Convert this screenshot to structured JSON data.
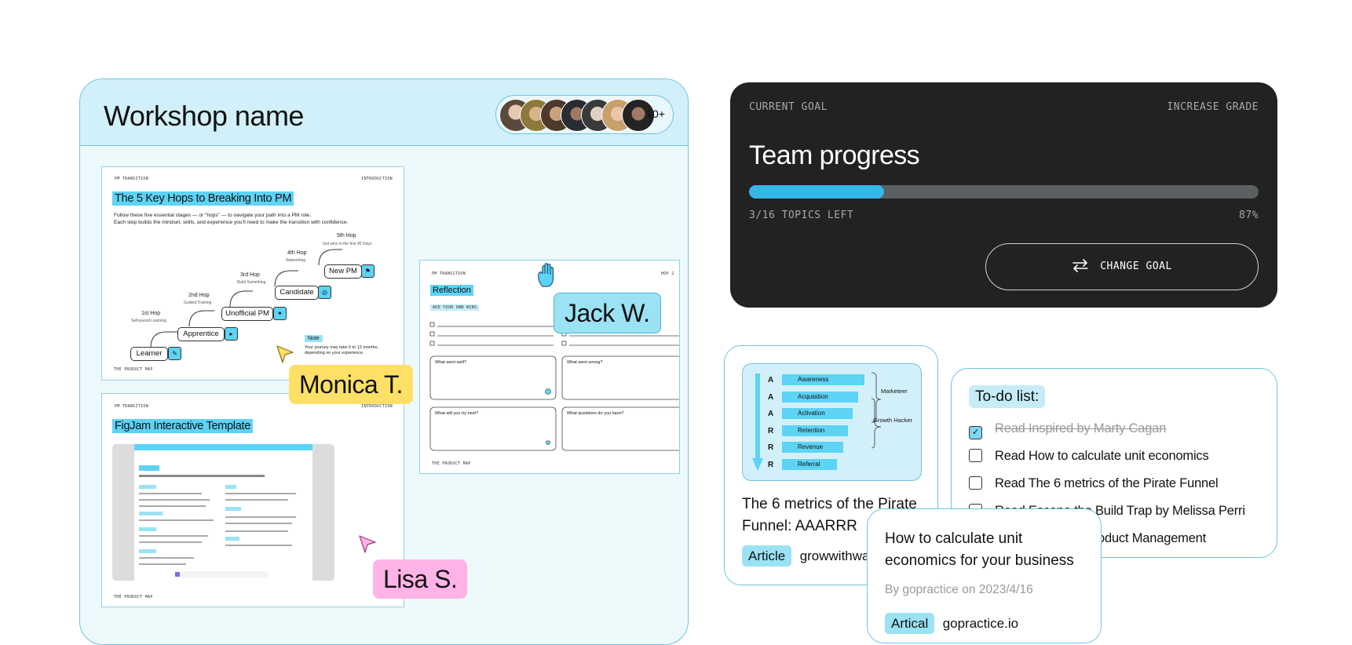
{
  "workshop": {
    "title": "Workshop name",
    "participants_more": "10+",
    "board1": {
      "eyebrow_left": "PM TRANSITION",
      "eyebrow_right": "INTRODUCTION",
      "title": "The 5 Key Hops to Breaking Into PM",
      "desc_line1": "Follow these five essential stages — or “hops” — to navigate your path into a PM role.",
      "desc_line2": "Each step builds the mindset, skills, and experience you’ll need to make the transition with confidence.",
      "hops": [
        {
          "label": "1st Hop",
          "sub": "Self-paced Learning",
          "box": "Learner"
        },
        {
          "label": "2nd Hop",
          "sub": "Guided Training",
          "box": "Apprentice"
        },
        {
          "label": "3rd Hop",
          "sub": "Build Something",
          "box": "Unofficial PM"
        },
        {
          "label": "4th Hop",
          "sub": "Networking",
          "box": "Candidate"
        },
        {
          "label": "5th Hop",
          "sub": "Get wins in the first 90 Days",
          "box": "New PM"
        }
      ],
      "note_label": "Note",
      "note_text": "Your journey may take 6 to 12 months, depending on your experience.",
      "footer": "THE PRODUCT MAP"
    },
    "board2": {
      "eyebrow_left": "PM TRANSITION",
      "eyebrow_right": "INTRODUCTION",
      "title": "FigJam Interactive Template",
      "footer": "THE PRODUCT MAP"
    },
    "board3": {
      "eyebrow_left": "PM TRANSITION",
      "eyebrow_right": "HOP 2",
      "title": "Reflection",
      "subtitle": "ADD YOUR OWN WINS",
      "q1": "What went well?",
      "q2": "What went wrong?",
      "q3": "What will you try next?",
      "q4": "What questions do you have?",
      "footer": "THE PRODUCT MAP"
    },
    "cursors": {
      "monica": "Monica T.",
      "jack": "Jack W.",
      "lisa": "Lisa S."
    }
  },
  "goal": {
    "label_left": "CURRENT GOAL",
    "label_right": "INCREASE GRADE",
    "title": "Team progress",
    "progress_fraction": 0.265,
    "topics_left": "3/16 TOPICS LEFT",
    "percent": "87%",
    "button": "CHANGE GOAL"
  },
  "pirate": {
    "stages": [
      {
        "letter": "A",
        "name": "Awareness"
      },
      {
        "letter": "A",
        "name": "Acquisition"
      },
      {
        "letter": "A",
        "name": "Activation"
      },
      {
        "letter": "R",
        "name": "Retention"
      },
      {
        "letter": "R",
        "name": "Revenue"
      },
      {
        "letter": "R",
        "name": "Referral"
      }
    ],
    "bracket1": "Marketeer",
    "bracket2": "Growth Hacker",
    "title": "The 6 metrics of the Pirate Funnel: AAARRR",
    "tag": "Article",
    "source": "growwithwa"
  },
  "todo": {
    "title": "To-do list:",
    "items": [
      {
        "text": "Read Inspired by Marty Cagan",
        "done": true
      },
      {
        "text": "Read How to calculate unit economics",
        "done": false
      },
      {
        "text": "Read The 6 metrics of the Pirate Funnel",
        "done": false
      },
      {
        "text": "Read Escape the Build Trap by Melissa Perri",
        "done": false
      },
      {
        "text": "oduct Management",
        "done": false
      }
    ]
  },
  "article": {
    "title": "How to calculate unit economics for your business",
    "byline": "By gopractice on 2023/4/16",
    "tag": "Artical",
    "source": "gopractice.io"
  },
  "colors": {
    "accent": "#5dd3f5",
    "dark_card": "#222222",
    "monica": "#ffe066",
    "jack": "#9be2f4",
    "lisa": "#ffb3e6"
  },
  "icons": [
    "hand-cursor-icon",
    "arrow-cursor-icon",
    "swap-arrows-icon",
    "check-icon",
    "pencil-icon"
  ]
}
